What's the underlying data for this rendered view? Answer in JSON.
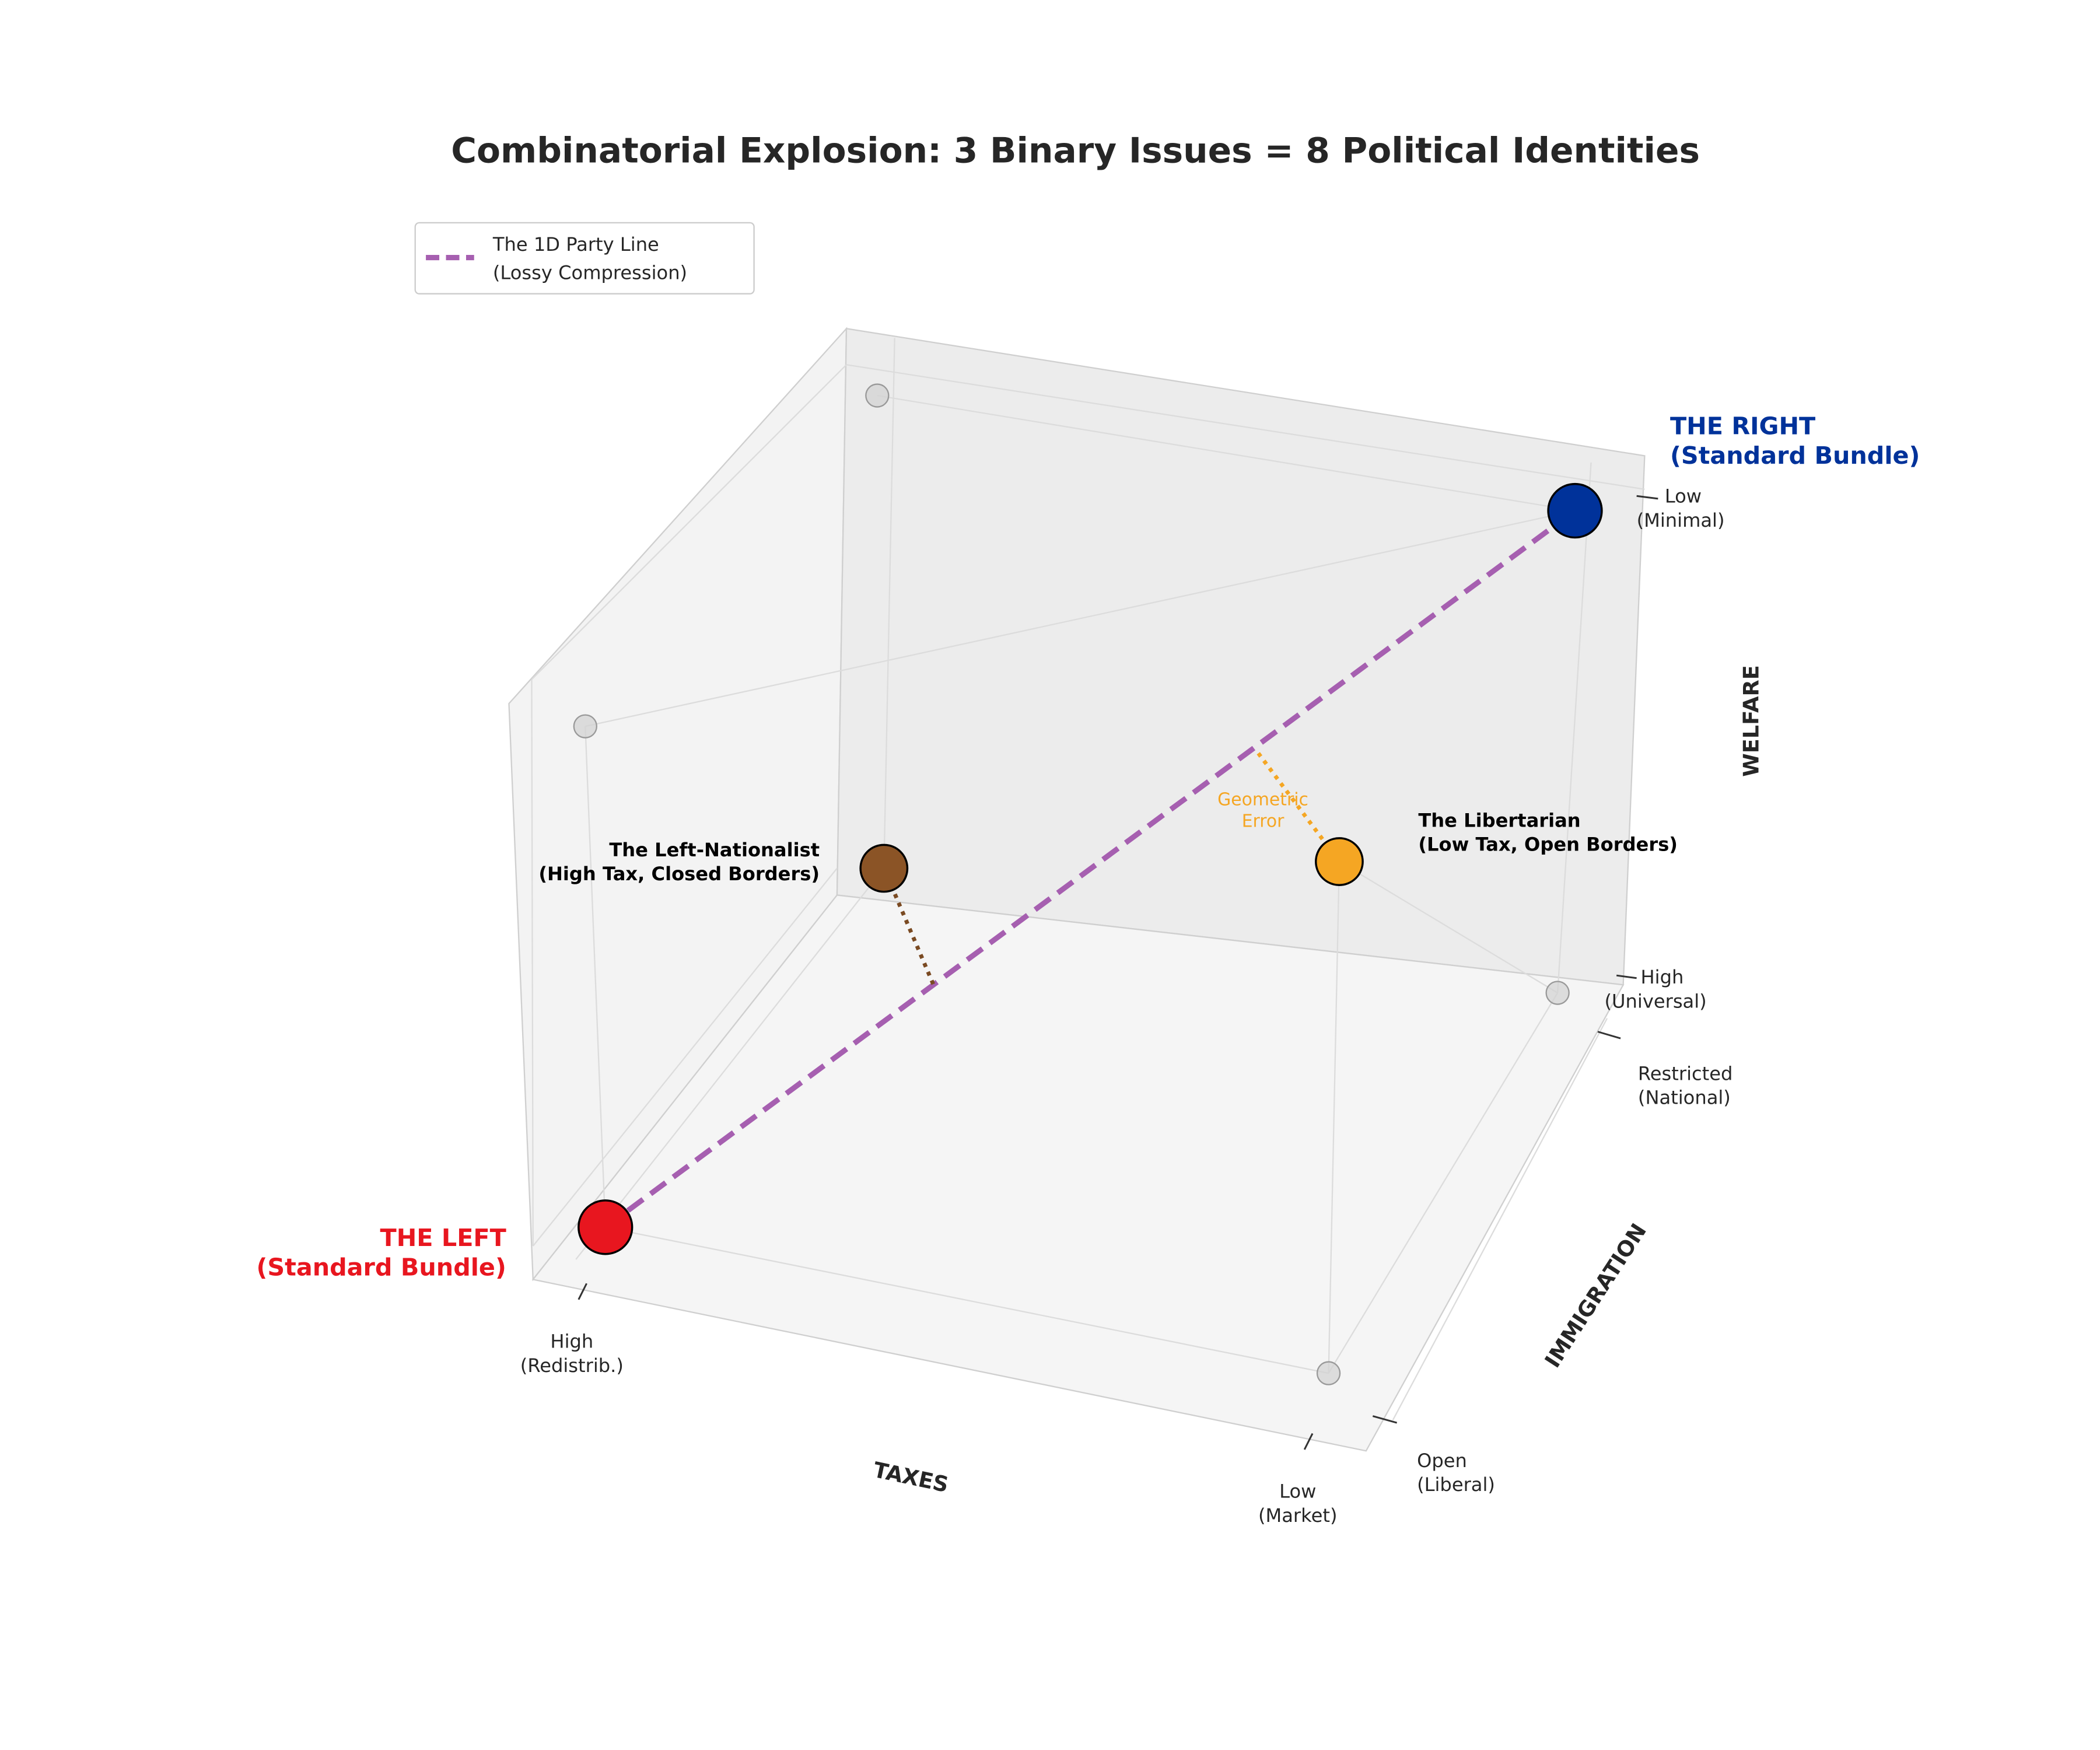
{
  "chart_data": {
    "type": "scatter",
    "projection": "3d",
    "title": "Combinatorial Explosion: 3 Binary Issues = 8 Political Identities",
    "axes": {
      "x": {
        "label": "TAXES",
        "ticks": [
          {
            "line1": "High",
            "line2": "(Redistrib.)"
          },
          {
            "line1": "Low",
            "line2": "(Market)"
          }
        ]
      },
      "y": {
        "label": "IMMIGRATION",
        "ticks": [
          {
            "line1": "Open",
            "line2": "(Liberal)"
          },
          {
            "line1": "Restricted",
            "line2": "(National)"
          }
        ]
      },
      "z": {
        "label": "WELFARE",
        "ticks": [
          {
            "line1": "High",
            "line2": "(Universal)"
          },
          {
            "line1": "Low",
            "line2": "(Minimal)"
          }
        ]
      }
    },
    "legend": {
      "position": "top-left",
      "entries": [
        {
          "line1": "The 1D Party Line",
          "line2": "(Lossy Compression)",
          "color": "#a65fb0",
          "style": "dashed"
        }
      ]
    },
    "points": [
      {
        "taxes": 0,
        "immigration": 0,
        "welfare": 0,
        "color": "#e8161f",
        "highlight": true,
        "label1": "THE LEFT",
        "label2": "(Standard Bundle)"
      },
      {
        "taxes": 1,
        "immigration": 1,
        "welfare": 1,
        "color": "#00329a",
        "highlight": true,
        "label1": "THE RIGHT",
        "label2": "(Standard Bundle)"
      },
      {
        "taxes": 0,
        "immigration": 1,
        "welfare": 0,
        "color": "#8b5426",
        "highlight": true,
        "label1": "The Left-Nationalist",
        "label2": "(High Tax, Closed Borders)"
      },
      {
        "taxes": 1,
        "immigration": 0,
        "welfare": 1,
        "color": "#f5a623",
        "highlight": true,
        "label1": "The Libertarian",
        "label2": "(Low Tax, Open Borders)"
      },
      {
        "taxes": 1,
        "immigration": 0,
        "welfare": 0,
        "color": "#d3d3d3",
        "highlight": false
      },
      {
        "taxes": 1,
        "immigration": 1,
        "welfare": 0,
        "color": "#d3d3d3",
        "highlight": false
      },
      {
        "taxes": 0,
        "immigration": 0,
        "welfare": 1,
        "color": "#d3d3d3",
        "highlight": false
      },
      {
        "taxes": 0,
        "immigration": 1,
        "welfare": 1,
        "color": "#d3d3d3",
        "highlight": false
      }
    ],
    "annotation": {
      "line1": "Geometric",
      "line2": "Error",
      "color": "#f5a623"
    }
  }
}
